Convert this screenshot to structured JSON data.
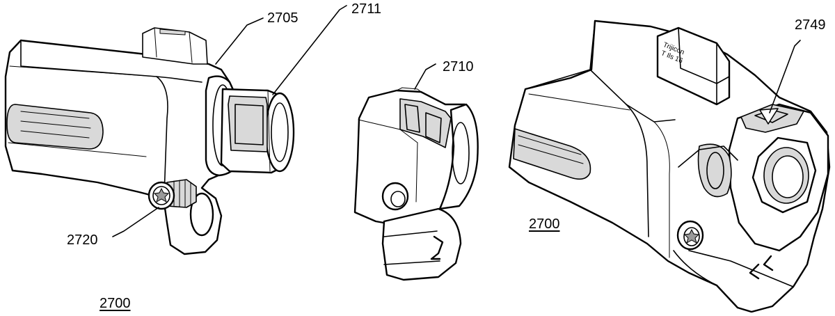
{
  "figure": {
    "left_view": {
      "ref_2705": "2705",
      "ref_2711": "2711",
      "ref_2720": "2720",
      "assembly_ref": "2700"
    },
    "middle_view": {
      "ref_2710": "2710"
    },
    "right_view": {
      "ref_2749": "2749",
      "assembly_ref": "2700",
      "engraving_line1": "Trijicon",
      "engraving_line2": "T Ils 16"
    }
  }
}
